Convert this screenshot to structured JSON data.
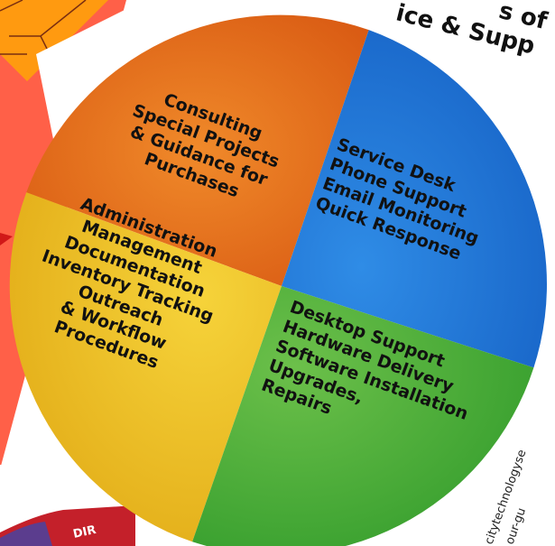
{
  "title": {
    "line1": "s of",
    "line2": "ice & Supp"
  },
  "segments": {
    "consulting": {
      "color": "#e46a16",
      "lines": [
        "Consulting",
        "Special Projects",
        "& Guidance for",
        "Purchases"
      ]
    },
    "service_desk": {
      "color": "#1e78d8",
      "lines": [
        "Service Desk",
        "Phone Support",
        "Email Monitoring",
        "Quick Response"
      ]
    },
    "administration": {
      "color": "#f0c21c",
      "lines": [
        "Administration",
        "Management",
        "Documentation",
        "Inventory Tracking",
        "Outreach",
        "& Workflow",
        "Procedures"
      ]
    },
    "desktop_support": {
      "color": "#4cb035",
      "lines": [
        "Desktop Support",
        "Hardware Delivery",
        "Software Installation",
        "Upgrades,",
        "Repairs"
      ]
    }
  },
  "watermark": {
    "line1": "citytechnologyse",
    "line2": "our-gu"
  },
  "badge": {
    "text": "DIR"
  },
  "colors": {
    "background_left": "#ff6048",
    "background_top_left": "#ff9a10",
    "card": "#ffffff",
    "badge_red": "#c4202a",
    "badge_purple": "#5b3d8e"
  }
}
